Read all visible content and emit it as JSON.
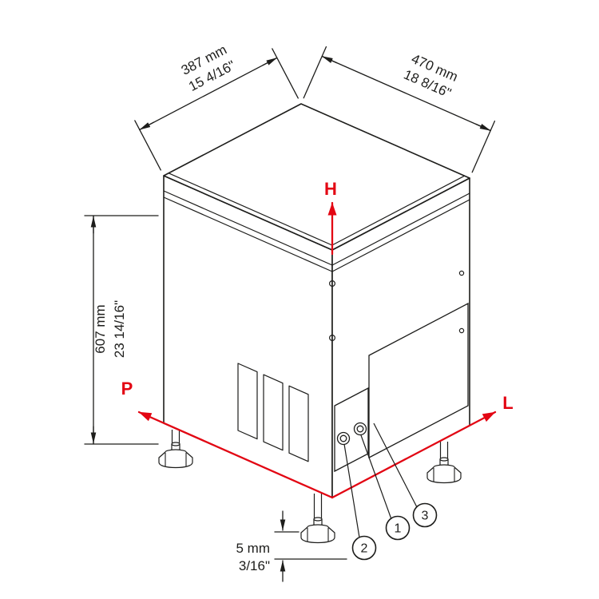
{
  "colors": {
    "line": "#1d1d1b",
    "axis_red": "#e30613",
    "background": "#ffffff"
  },
  "dimensions": {
    "dim_387": {
      "mm": "387 mm",
      "in": "15 4/16\""
    },
    "dim_470": {
      "mm": "470 mm",
      "in": "18 8/16\""
    },
    "dim_607": {
      "mm": "607 mm",
      "in": "23 14/16\""
    },
    "dim_5": {
      "mm": "5 mm",
      "in": "3/16\""
    }
  },
  "axes": {
    "h": "H",
    "p": "P",
    "l": "L"
  },
  "callouts": {
    "n1": "1",
    "n2": "2",
    "n3": "3"
  }
}
